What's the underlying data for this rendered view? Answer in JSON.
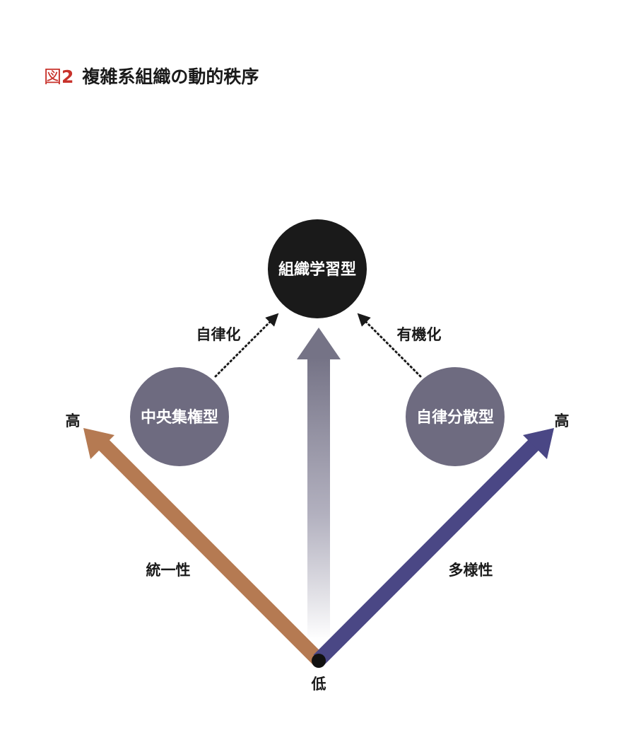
{
  "title": {
    "figure_label": "図",
    "figure_number": "2",
    "text": "複雑系組織の動的秩序"
  },
  "nodes": {
    "top": "組織学習型",
    "left": "中央集権型",
    "right": "自律分散型"
  },
  "transitions": {
    "left": "自律化",
    "right": "有機化"
  },
  "axes": {
    "left_name": "統一性",
    "right_name": "多様性",
    "left_high": "高",
    "right_high": "高",
    "origin_low": "低"
  },
  "colors": {
    "unity_axis": "#b57a52",
    "diversity_axis": "#4a4785",
    "top_circle": "#1a1a1a",
    "side_circles": "#6e6b80",
    "center_arrow": "#757386",
    "title_accent": "#c8322b"
  }
}
